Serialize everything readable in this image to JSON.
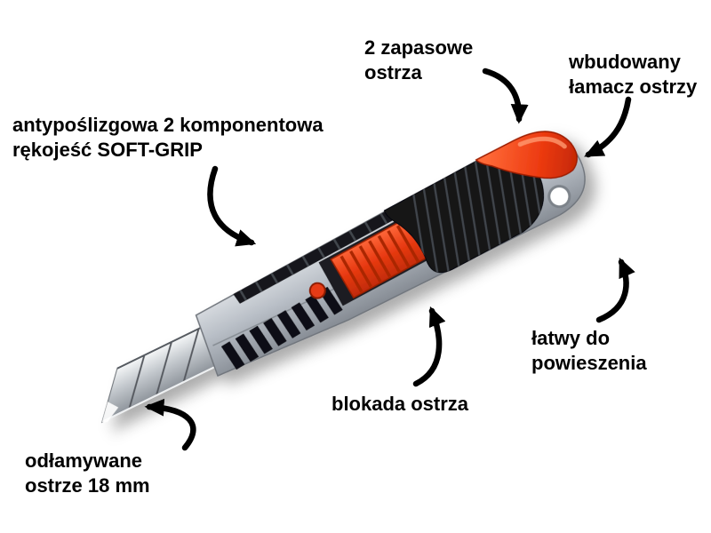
{
  "page": {
    "background": "#ffffff"
  },
  "annotations": {
    "spare_blades": {
      "lines": [
        "2 zapasowe",
        "ostrza"
      ]
    },
    "blade_breaker": {
      "lines": [
        "wbudowany",
        "łamacz ostrzy"
      ]
    },
    "soft_grip": {
      "lines": [
        "antypoślizgowa 2 komponentowa",
        "rękojeść SOFT-GRIP"
      ]
    },
    "hanging": {
      "lines": [
        "łatwy do",
        "powieszenia"
      ]
    },
    "blade_lock": {
      "lines": [
        "blokada ostrza"
      ]
    },
    "snap_blade": {
      "lines": [
        "odłamywane",
        "ostrze 18 mm"
      ]
    }
  },
  "colors": {
    "annotation_text": "#000000",
    "annotation_arrow": "#000000",
    "knife_body_gray": "#b9bfc7",
    "knife_grip_black": "#141518",
    "knife_accent_red": "#e8380e",
    "blade_steel": "#c6cbd1"
  }
}
